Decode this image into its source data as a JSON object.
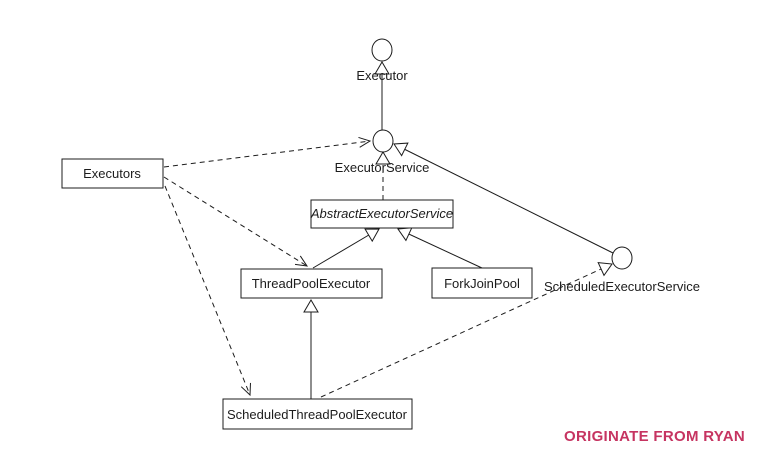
{
  "diagram": {
    "type": "uml-class-diagram",
    "nodes": {
      "executor": {
        "label": "Executor",
        "kind": "interface"
      },
      "executor_service": {
        "label": "ExecutorService",
        "kind": "interface"
      },
      "scheduled_executor_service": {
        "label": "ScheduledExecutorService",
        "kind": "interface"
      },
      "abstract_executor_service": {
        "label": "AbstractExecutorService",
        "kind": "abstract-class"
      },
      "thread_pool_executor": {
        "label": "ThreadPoolExecutor",
        "kind": "class"
      },
      "fork_join_pool": {
        "label": "ForkJoinPool",
        "kind": "class"
      },
      "scheduled_thread_pool_executor": {
        "label": "ScheduledThreadPoolExecutor",
        "kind": "class"
      },
      "executors": {
        "label": "Executors",
        "kind": "class"
      }
    },
    "edges": [
      {
        "from": "executor_service",
        "to": "executor",
        "relation": "extends",
        "style": "solid-hollow-triangle"
      },
      {
        "from": "scheduled_executor_service",
        "to": "executor_service",
        "relation": "extends",
        "style": "solid-hollow-triangle"
      },
      {
        "from": "abstract_executor_service",
        "to": "executor_service",
        "relation": "implements",
        "style": "dashed-hollow-triangle"
      },
      {
        "from": "thread_pool_executor",
        "to": "abstract_executor_service",
        "relation": "extends",
        "style": "solid-hollow-triangle"
      },
      {
        "from": "fork_join_pool",
        "to": "abstract_executor_service",
        "relation": "extends",
        "style": "solid-hollow-triangle"
      },
      {
        "from": "scheduled_thread_pool_executor",
        "to": "thread_pool_executor",
        "relation": "extends",
        "style": "solid-hollow-triangle"
      },
      {
        "from": "scheduled_thread_pool_executor",
        "to": "scheduled_executor_service",
        "relation": "implements",
        "style": "dashed-hollow-triangle"
      },
      {
        "from": "executors",
        "to": "executor_service",
        "relation": "dependency",
        "style": "dashed-open-arrow"
      },
      {
        "from": "executors",
        "to": "thread_pool_executor",
        "relation": "dependency",
        "style": "dashed-open-arrow"
      },
      {
        "from": "executors",
        "to": "scheduled_thread_pool_executor",
        "relation": "dependency",
        "style": "dashed-open-arrow"
      }
    ],
    "watermark": {
      "text": "ORIGINATE FROM RYAN",
      "color": "#c63461"
    },
    "colors": {
      "background": "#ffffff",
      "stroke": "#1c1c1c"
    }
  }
}
